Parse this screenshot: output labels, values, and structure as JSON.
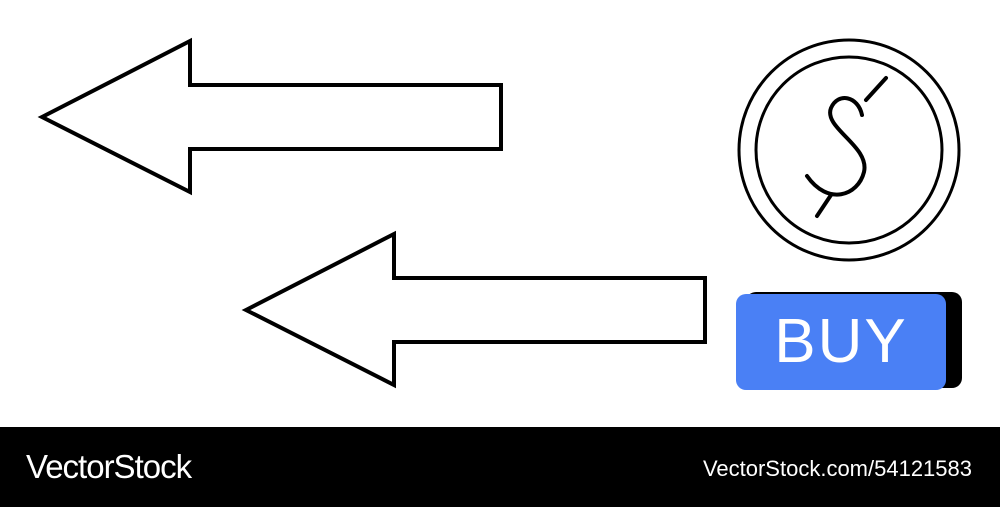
{
  "illustration": {
    "arrows": [
      "left-arrow-icon",
      "left-arrow-icon"
    ],
    "coin_icon": "dollar-coin-icon",
    "stroke_color": "#000000"
  },
  "buy_button": {
    "label": "BUY",
    "color": "#4a80f5",
    "text_color": "#ffffff"
  },
  "footer": {
    "brand": "VectorStock",
    "stock_id": "VectorStock.com/54121583",
    "background": "#000000"
  }
}
